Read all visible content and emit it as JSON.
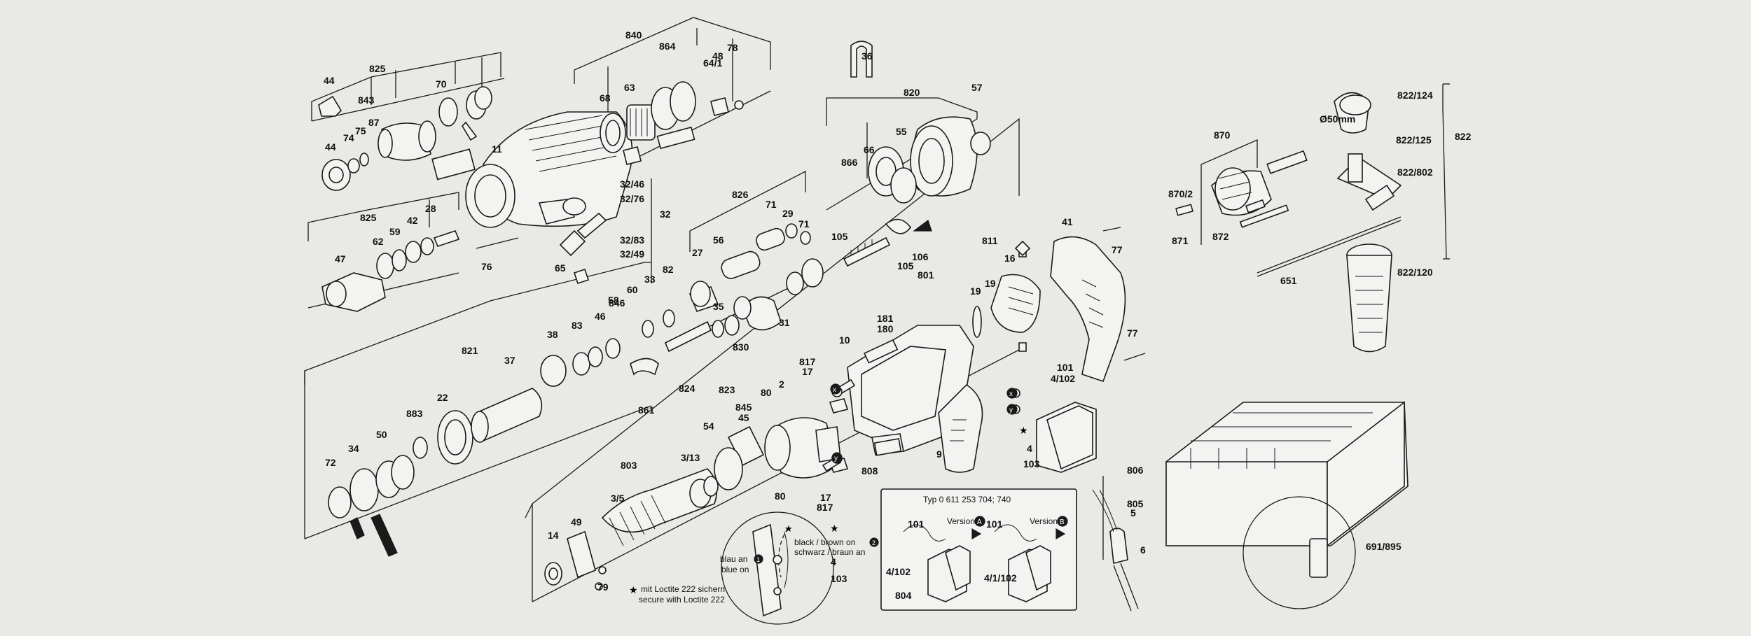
{
  "labels": {
    "l44a": "44",
    "l825a": "825",
    "l843": "843",
    "l70": "70",
    "l87": "87",
    "l75": "75",
    "l74": "74",
    "l44b": "44",
    "l840": "840",
    "l864": "864",
    "l64_1": "64/1",
    "l78": "78",
    "l48": "48",
    "l68": "68",
    "l63": "63",
    "l11": "11",
    "l32_46": "32/46",
    "l32_76": "32/76",
    "l32": "32",
    "l32_83": "32/83",
    "l32_49": "32/49",
    "l65": "65",
    "l76": "76",
    "l825b": "825",
    "l62": "62",
    "l59": "59",
    "l42": "42",
    "l28": "28",
    "l47": "47",
    "l826": "826",
    "l71a": "71",
    "l29": "29",
    "l71b": "71",
    "l27": "27",
    "l56": "56",
    "l33": "33",
    "l82": "82",
    "l846": "846",
    "l60": "60",
    "l58": "58",
    "l46": "46",
    "l83": "83",
    "l38": "38",
    "l35": "35",
    "l31": "31",
    "l830": "830",
    "l821": "821",
    "l37": "37",
    "l22": "22",
    "l883": "883",
    "l50": "50",
    "l34": "34",
    "l72": "72",
    "l824": "824",
    "l823": "823",
    "l861": "861",
    "l36": "36",
    "l820": "820",
    "l57": "57",
    "l55": "55",
    "l66": "66",
    "l866": "866",
    "l105a": "105",
    "l105b": "105",
    "l106": "106",
    "l801": "801",
    "l811": "811",
    "l16": "16",
    "l19a": "19",
    "l19b": "19",
    "l181": "181",
    "l180": "180",
    "l10": "10",
    "l817a": "817",
    "l17a": "17",
    "l2": "2",
    "l80a": "80",
    "l845": "845",
    "l45": "45",
    "l54": "54",
    "l803": "803",
    "l3_13": "3/13",
    "l3_5": "3/5",
    "l49": "49",
    "l14": "14",
    "l79": "79",
    "l80b": "80",
    "l17b": "17",
    "l817b": "817",
    "l808": "808",
    "l9": "9",
    "l41": "41",
    "l77a": "77",
    "l77b": "77",
    "l101": "101",
    "l4_102": "4/102",
    "l4": "4",
    "l103a": "103",
    "l806": "806",
    "l805": "805",
    "l5": "5",
    "l6": "6",
    "l870": "870",
    "l870_2": "870/2",
    "l871": "871",
    "l872": "872",
    "l651": "651",
    "l822_124": "822/124",
    "l50mm": "Ø50mm",
    "l822_125": "822/125",
    "l822": "822",
    "l822_802": "822/802",
    "l822_120": "822/120",
    "l691_895": "691/895",
    "xmark": "x",
    "ymark": "y",
    "xmark2": "x",
    "ymark2": "y"
  },
  "inset_wiring": {
    "blau_an": "blau an",
    "blue_on": "blue on",
    "black_brown_on": "black / brown on",
    "schwarz_braun_an": "schwarz / braun an",
    "num4": "4",
    "num103": "103",
    "marker1": "1",
    "marker2": "2"
  },
  "footnote": {
    "line1": "mit Loctite 222 sichern",
    "line2": "secure with Loctite 222"
  },
  "switch_box": {
    "title": "Typ 0 611 253 704; 740",
    "version_a": "Version",
    "version_a_badge": "A",
    "version_b": "Version",
    "version_b_badge": "B",
    "a_101": "101",
    "a_4_102": "4/102",
    "a_804": "804",
    "b_4_1_102": "4/1/102",
    "b_101": "101"
  }
}
